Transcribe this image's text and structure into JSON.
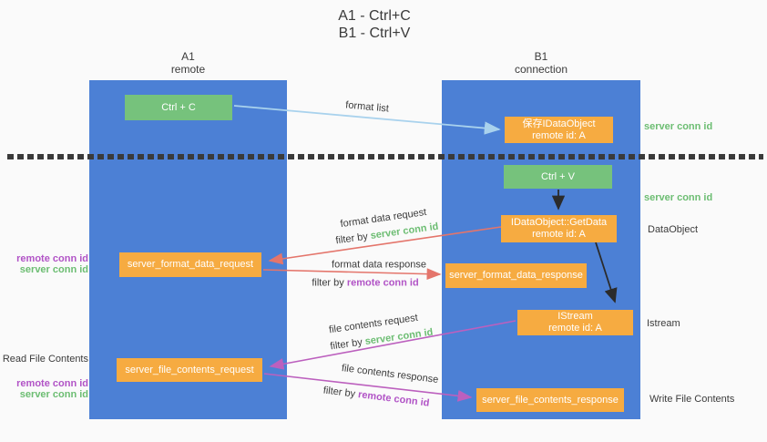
{
  "title": {
    "line1": "A1 - Ctrl+C",
    "line2": "B1 - Ctrl+V"
  },
  "columns": {
    "left": {
      "name": "A1",
      "subtitle": "remote"
    },
    "right": {
      "name": "B1",
      "subtitle": "connection"
    }
  },
  "boxes": {
    "ctrl_c": "Ctrl + C",
    "ctrl_v": "Ctrl + V",
    "save_idataobject": {
      "line1": "保存IDataObject",
      "line2": "remote id: A"
    },
    "getdata": {
      "line1": "IDataObject::GetData",
      "line2": "remote id: A"
    },
    "istream": {
      "line1": "IStream",
      "line2": "remote id: A"
    },
    "format_request": "server_format_data_request",
    "format_response": "server_format_data_response",
    "file_request": "server_file_contents_request",
    "file_response": "server_file_contents_response"
  },
  "arrow_labels": {
    "format_list": "format list",
    "format_data_request": "format data request",
    "format_data_response": "format data response",
    "file_contents_request": "file contents request",
    "file_contents_response": "file contents response",
    "filter_by": "filter by",
    "server_conn_id": "server conn id",
    "remote_conn_id": "remote conn id"
  },
  "side_labels": {
    "right": {
      "server_conn_id_top": "server conn id",
      "server_conn_id_mid": "server conn id",
      "dataobject": "DataObject",
      "istream": "Istream",
      "write_file_contents": "Write File Contents"
    },
    "left": {
      "remote_conn_id_top": "remote conn id",
      "server_conn_id_top": "server conn id",
      "read_file_contents": "Read File Contents",
      "remote_conn_id_bottom": "remote conn id",
      "server_conn_id_bottom": "server conn id"
    }
  },
  "colors": {
    "column_blue": "#4c80d5",
    "box_green": "#76c27c",
    "box_orange": "#f6ab41",
    "arrow_blue": "#a9d2ed",
    "arrow_red": "#e4756b",
    "arrow_purple": "#bc60be",
    "arrow_black": "#2b2b2b",
    "text_green": "#6cbd72",
    "text_purple": "#b153c6",
    "text_dark": "#3b3b3b"
  }
}
